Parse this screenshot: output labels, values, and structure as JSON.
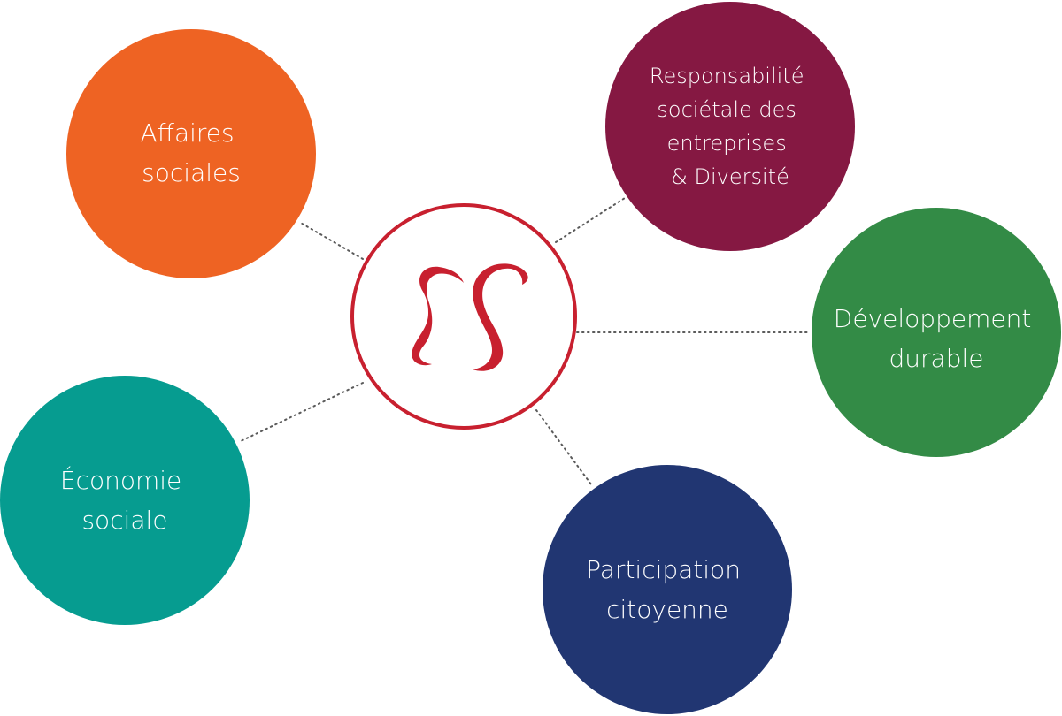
{
  "hub": {
    "logo_name": "ps-monogram-logo",
    "border_color": "#c8202f",
    "logo_color": "#c8202f"
  },
  "nodes": [
    {
      "id": "affaires-sociales",
      "lines": [
        "Affaires",
        "sociales"
      ],
      "color": "#ee6323"
    },
    {
      "id": "rse-diversite",
      "lines": [
        "Responsabilité",
        "sociétale des",
        "entreprises",
        "& Diversité"
      ],
      "color": "#851842"
    },
    {
      "id": "developpement-durable",
      "lines": [
        "Développement",
        "durable"
      ],
      "color": "#338b46"
    },
    {
      "id": "participation-citoyenne",
      "lines": [
        "Participation",
        "citoyenne"
      ],
      "color": "#213672"
    },
    {
      "id": "economie-sociale",
      "lines": [
        "Économie",
        "sociale"
      ],
      "color": "#069c90"
    }
  ]
}
